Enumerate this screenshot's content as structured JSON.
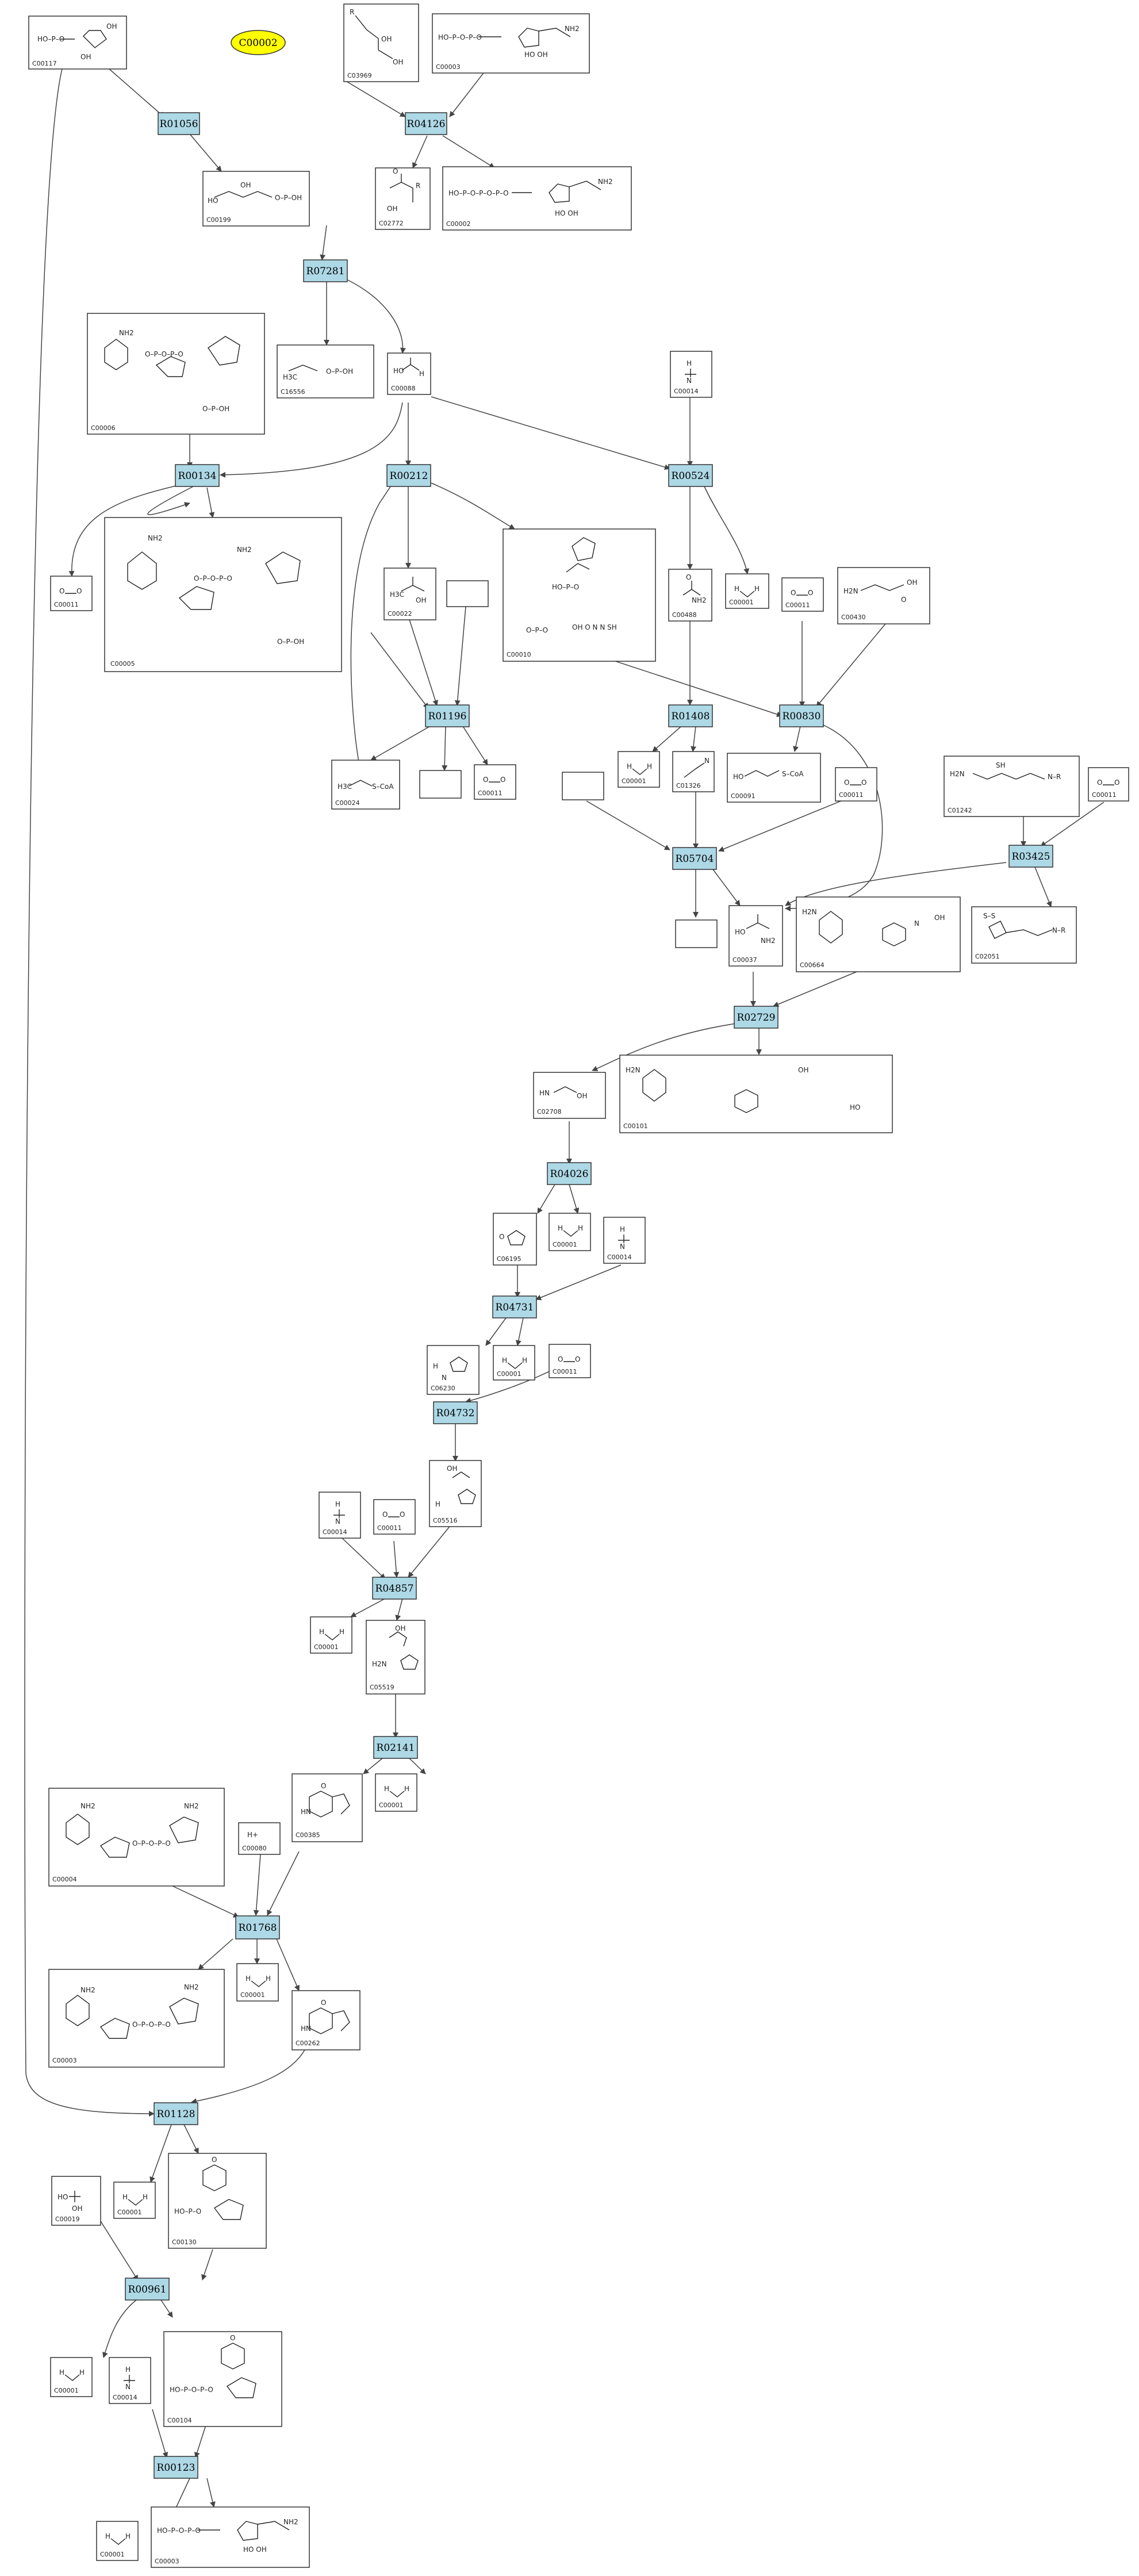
{
  "legend": {
    "label": "C00002",
    "color": "#ffff00"
  },
  "colors": {
    "reaction": "#add8e6",
    "compound": "#ffffff",
    "edge": "#444444"
  },
  "reactions": [
    {
      "id": "R01056",
      "label": "R01056"
    },
    {
      "id": "R04126",
      "label": "R04126"
    },
    {
      "id": "R07281",
      "label": "R07281"
    },
    {
      "id": "R00134",
      "label": "R00134"
    },
    {
      "id": "R00212",
      "label": "R00212"
    },
    {
      "id": "R00524",
      "label": "R00524"
    },
    {
      "id": "R01196",
      "label": "R01196"
    },
    {
      "id": "R01408",
      "label": "R01408"
    },
    {
      "id": "R00830",
      "label": "R00830"
    },
    {
      "id": "R05704",
      "label": "R05704"
    },
    {
      "id": "R03425",
      "label": "R03425"
    },
    {
      "id": "R02729",
      "label": "R02729"
    },
    {
      "id": "R04026",
      "label": "R04026"
    },
    {
      "id": "R04731",
      "label": "R04731"
    },
    {
      "id": "R04732",
      "label": "R04732"
    },
    {
      "id": "R04857",
      "label": "R04857"
    },
    {
      "id": "R02141",
      "label": "R02141"
    },
    {
      "id": "R01768",
      "label": "R01768"
    },
    {
      "id": "R01128",
      "label": "R01128"
    },
    {
      "id": "R00961",
      "label": "R00961"
    },
    {
      "id": "R00123",
      "label": "R00123"
    }
  ],
  "compounds": [
    {
      "id": "c1",
      "label": "C00117"
    },
    {
      "id": "c2",
      "label": "C03969"
    },
    {
      "id": "c3",
      "label": "C00003"
    },
    {
      "id": "c4",
      "label": "C00199"
    },
    {
      "id": "c5",
      "label": "C02772"
    },
    {
      "id": "c6",
      "label": "C00002"
    },
    {
      "id": "c7",
      "label": "C00006"
    },
    {
      "id": "c8",
      "label": "C16556"
    },
    {
      "id": "c9",
      "label": "C00088"
    },
    {
      "id": "c10",
      "label": "C00014"
    },
    {
      "id": "c11",
      "label": "C00011"
    },
    {
      "id": "c12",
      "label": "C00005"
    },
    {
      "id": "c13",
      "label": "C00022"
    },
    {
      "id": "c14",
      "label": ""
    },
    {
      "id": "c15",
      "label": "C00010"
    },
    {
      "id": "c16",
      "label": "C00488"
    },
    {
      "id": "c17",
      "label": "C00001"
    },
    {
      "id": "c18",
      "label": "C00011"
    },
    {
      "id": "c19",
      "label": "C00430"
    },
    {
      "id": "c20",
      "label": "C00024"
    },
    {
      "id": "c21",
      "label": ""
    },
    {
      "id": "c22",
      "label": "C00011"
    },
    {
      "id": "c23",
      "label": "C00001"
    },
    {
      "id": "c24",
      "label": "C01326"
    },
    {
      "id": "c25",
      "label": "C00091"
    },
    {
      "id": "c26",
      "label": ""
    },
    {
      "id": "c27",
      "label": "C00011"
    },
    {
      "id": "c28",
      "label": "C01242"
    },
    {
      "id": "c29",
      "label": "C00011"
    },
    {
      "id": "c30",
      "label": "C00037"
    },
    {
      "id": "c31",
      "label": ""
    },
    {
      "id": "c32",
      "label": "C00664"
    },
    {
      "id": "c33",
      "label": "C02051"
    },
    {
      "id": "c34",
      "label": "C02708"
    },
    {
      "id": "c35",
      "label": "C00101"
    },
    {
      "id": "c36",
      "label": "C06195"
    },
    {
      "id": "c37",
      "label": "C00001"
    },
    {
      "id": "c38",
      "label": "C00014"
    },
    {
      "id": "c39",
      "label": "C06230"
    },
    {
      "id": "c40",
      "label": "C00001"
    },
    {
      "id": "c41",
      "label": "C00011"
    },
    {
      "id": "c42",
      "label": "C00014"
    },
    {
      "id": "c43",
      "label": "C00011"
    },
    {
      "id": "c44",
      "label": "C05516"
    },
    {
      "id": "c45",
      "label": "C00001"
    },
    {
      "id": "c46",
      "label": "C05519"
    },
    {
      "id": "c47",
      "label": "C00385"
    },
    {
      "id": "c48",
      "label": "C00001"
    },
    {
      "id": "c49",
      "label": "C00004"
    },
    {
      "id": "c50",
      "label": "C00080"
    },
    {
      "id": "c51",
      "label": "C00003"
    },
    {
      "id": "c52",
      "label": "C00001"
    },
    {
      "id": "c53",
      "label": "C00262"
    },
    {
      "id": "c54",
      "label": "C00019"
    },
    {
      "id": "c55",
      "label": "C00001"
    },
    {
      "id": "c56",
      "label": "C00130"
    },
    {
      "id": "c57",
      "label": "C00001"
    },
    {
      "id": "c58",
      "label": "C00014"
    },
    {
      "id": "c59",
      "label": "C00104"
    },
    {
      "id": "c60",
      "label": "C00001"
    },
    {
      "id": "c61",
      "label": "C00003"
    }
  ]
}
